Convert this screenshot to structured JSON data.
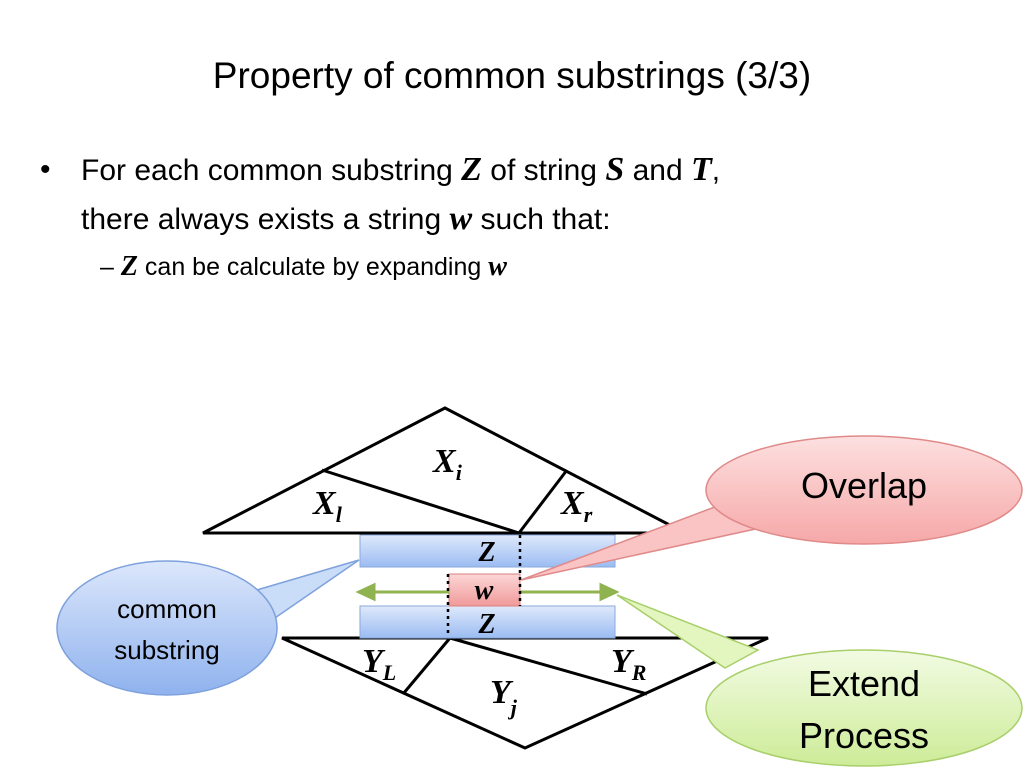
{
  "slide": {
    "title": "Property of common substrings (3/3)",
    "bullet1": {
      "marker": "•",
      "part1": "For each common substring ",
      "var_z": "Z",
      "part2": " of string ",
      "var_s": "S",
      "part3": " and ",
      "var_t": "T",
      "part4": ",",
      "part5": "there always exists a string ",
      "var_w": "w",
      "part6": "  such that:"
    },
    "bullet2": {
      "marker": "–",
      "var_z": "Z",
      "part1": " can be calculate by expanding ",
      "var_w": "w"
    }
  },
  "diagram": {
    "top_triangle": {
      "main": "X",
      "main_sub": "i",
      "left": "X",
      "left_sub": "l",
      "right": "X",
      "right_sub": "r"
    },
    "bottom_triangle": {
      "main": "Y",
      "main_sub": "j",
      "left": "Y",
      "left_sub": "L",
      "right": "Y",
      "right_sub": "R"
    },
    "bar_top_label": "Z",
    "bar_bottom_label": "Z",
    "w_label": "w",
    "callouts": {
      "common_line1": "common",
      "common_line2": "substring",
      "overlap": "Overlap",
      "extend_line1": "Extend",
      "extend_line2": "Process"
    },
    "colors": {
      "bar_fill": "#a9c4f5",
      "w_fill": "#f4a6a6",
      "arrow": "#8fb34f",
      "common_callout": "#a7c3f0",
      "overlap_callout": "#f8b6b6",
      "extend_callout": "#d6f0a8"
    }
  }
}
